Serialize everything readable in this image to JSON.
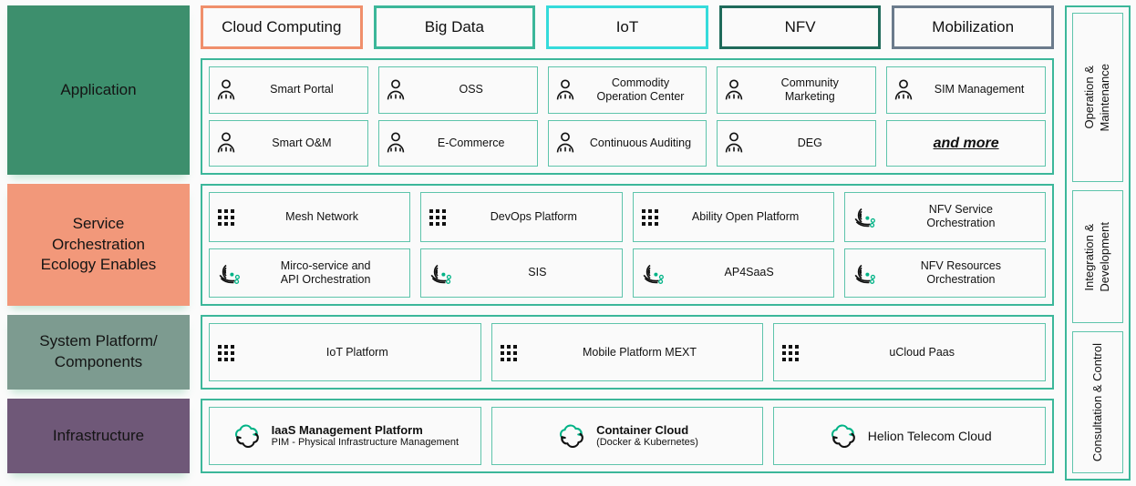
{
  "tiers": [
    {
      "label": "Application",
      "color": "#3d8f6d",
      "tags": [
        {
          "text": "Cloud Computing",
          "border": "#f08f6b"
        },
        {
          "text": "Big Data",
          "border": "#3cb79a"
        },
        {
          "text": "IoT",
          "border": "#35dbdb"
        },
        {
          "text": "NFV",
          "border": "#1f6a5a"
        },
        {
          "text": "Mobilization",
          "border": "#6b7b8c"
        }
      ],
      "row1": [
        {
          "icon": "person-icon",
          "text": "Smart Portal"
        },
        {
          "icon": "person-icon",
          "text": "OSS"
        },
        {
          "icon": "person-icon",
          "text": "Commodity\nOperation Center"
        },
        {
          "icon": "person-icon",
          "text": "Community\nMarketing"
        },
        {
          "icon": "person-icon",
          "text": "SIM Management"
        }
      ],
      "row2": [
        {
          "icon": "person-icon",
          "text": "Smart O&M"
        },
        {
          "icon": "person-icon",
          "text": "E-Commerce"
        },
        {
          "icon": "person-icon",
          "text": "Continuous Auditing"
        },
        {
          "icon": "person-icon",
          "text": "DEG"
        },
        {
          "icon": "none",
          "text": "and more"
        }
      ]
    },
    {
      "label": "Service\nOrchestration\nEcology Enables",
      "color": "#f2987a",
      "row1": [
        {
          "icon": "dot-grid-icon",
          "text": "Mesh Network"
        },
        {
          "icon": "dot-grid-icon",
          "text": "DevOps Platform"
        },
        {
          "icon": "dot-grid-icon",
          "text": "Ability Open Platform"
        },
        {
          "icon": "orchestration-icon",
          "text": "NFV Service\nOrchestration"
        }
      ],
      "row2": [
        {
          "icon": "orchestration-icon",
          "text": "Mirco-service and\nAPI Orchestration"
        },
        {
          "icon": "orchestration-icon",
          "text": "SIS"
        },
        {
          "icon": "orchestration-icon",
          "text": "AP4SaaS"
        },
        {
          "icon": "orchestration-icon",
          "text": "NFV Resources\nOrchestration"
        }
      ]
    },
    {
      "label": "System Platform/\nComponents",
      "color": "#7d9b90",
      "row1": [
        {
          "icon": "dot-grid-icon",
          "text": "IoT Platform"
        },
        {
          "icon": "dot-grid-icon",
          "text": "Mobile Platform MEXT"
        },
        {
          "icon": "dot-grid-icon",
          "text": "uCloud Paas"
        }
      ]
    },
    {
      "label": "Infrastructure",
      "color": "#6f5878",
      "row1": [
        {
          "icon": "cloud-cycle-icon",
          "title": "IaaS Management Platform",
          "subtitle": "PIM - Physical Infrastructure Management"
        },
        {
          "icon": "cloud-cycle-icon",
          "title": "Container Cloud",
          "subtitle": "(Docker & Kubernetes)"
        },
        {
          "icon": "cloud-cycle-icon",
          "title": "Helion Telecom Cloud",
          "subtitle": ""
        }
      ]
    }
  ],
  "rail": [
    {
      "text": "Operation &\nMaintenance"
    },
    {
      "text": "Integration &\nDevelopment"
    },
    {
      "text": "Consultation & Control"
    }
  ],
  "colors": {
    "panel_border": "#3cb79a",
    "card_border": "#5ec4ab",
    "card_bg": "#fafafa",
    "page_bg": "#fbfbfb",
    "icon_green": "#00b386"
  }
}
